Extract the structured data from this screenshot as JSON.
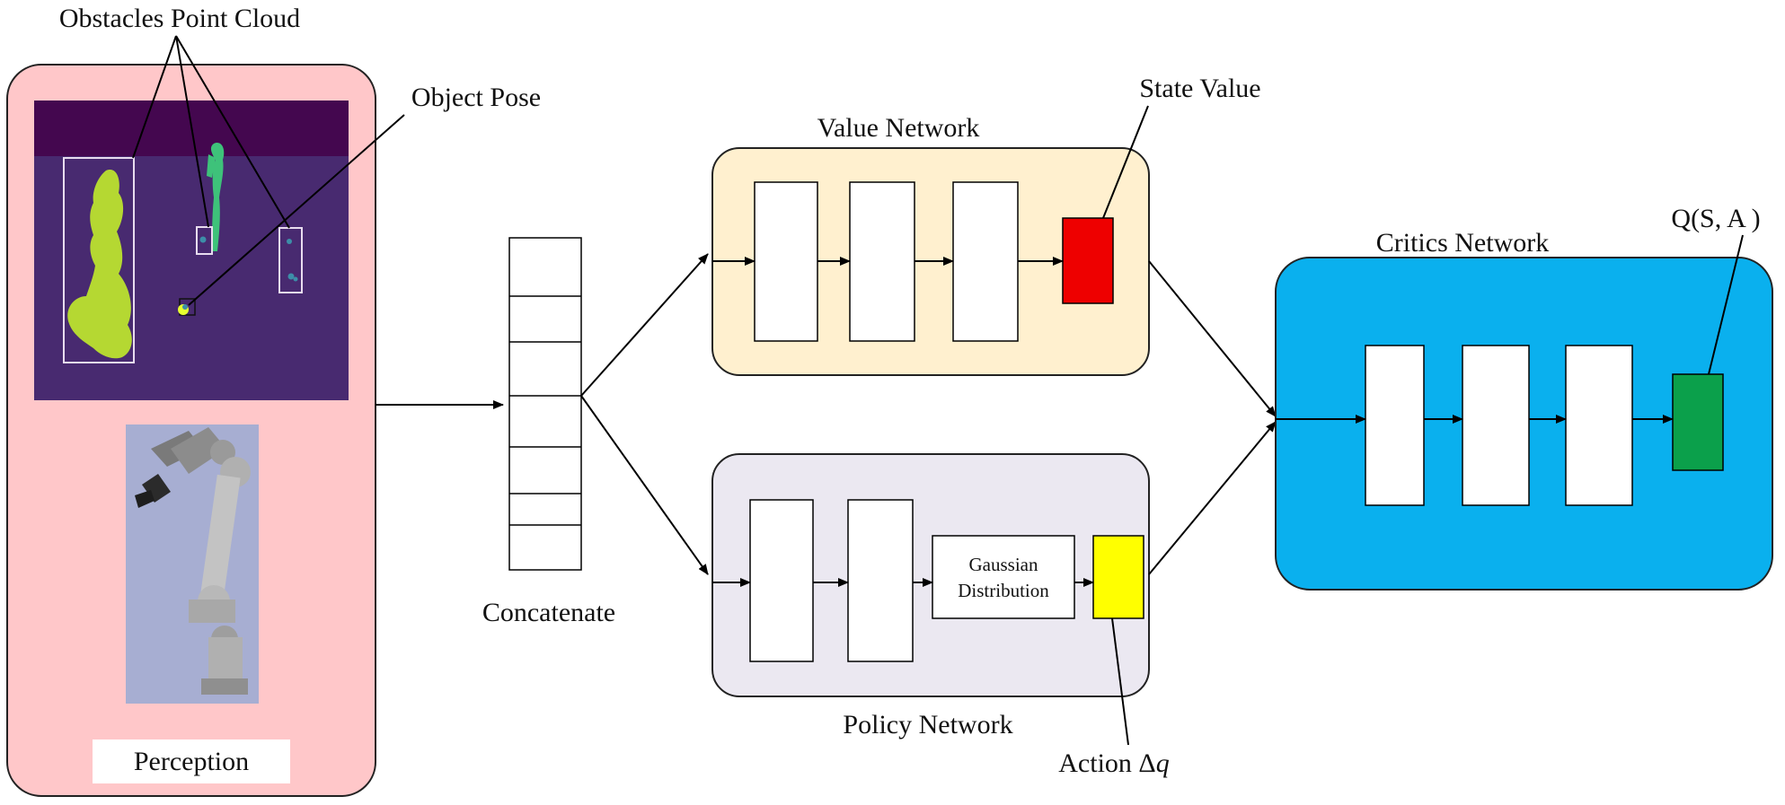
{
  "labels": {
    "obstacles_point_cloud": "Obstacles Point Cloud",
    "object_pose": "Object Pose",
    "perception": "Perception",
    "concatenate": "Concatenate",
    "value_network": "Value Network",
    "state_value": "State Value",
    "policy_network": "Policy Network",
    "gaussian_line1": "Gaussian",
    "gaussian_line2": "Distribution",
    "action": "Action Δ",
    "action_var": "q",
    "critics_network": "Critics Network",
    "q_value": "Q(S, A )"
  },
  "colors": {
    "perception_bg": "#ffc7c9",
    "point_cloud_top": "#44074f",
    "point_cloud_bg": "#482a70",
    "obstacle_large": "#b5d832",
    "obstacle_thin": "#3ec27a",
    "robot_bg": "#a7aed2",
    "value_bg": "#fff0cf",
    "policy_bg": "#ebe8f1",
    "critics_bg": "#0ab0ee",
    "state_value_fill": "#ee0000",
    "action_fill": "#ffff00",
    "q_value_fill": "#0ba04b"
  }
}
